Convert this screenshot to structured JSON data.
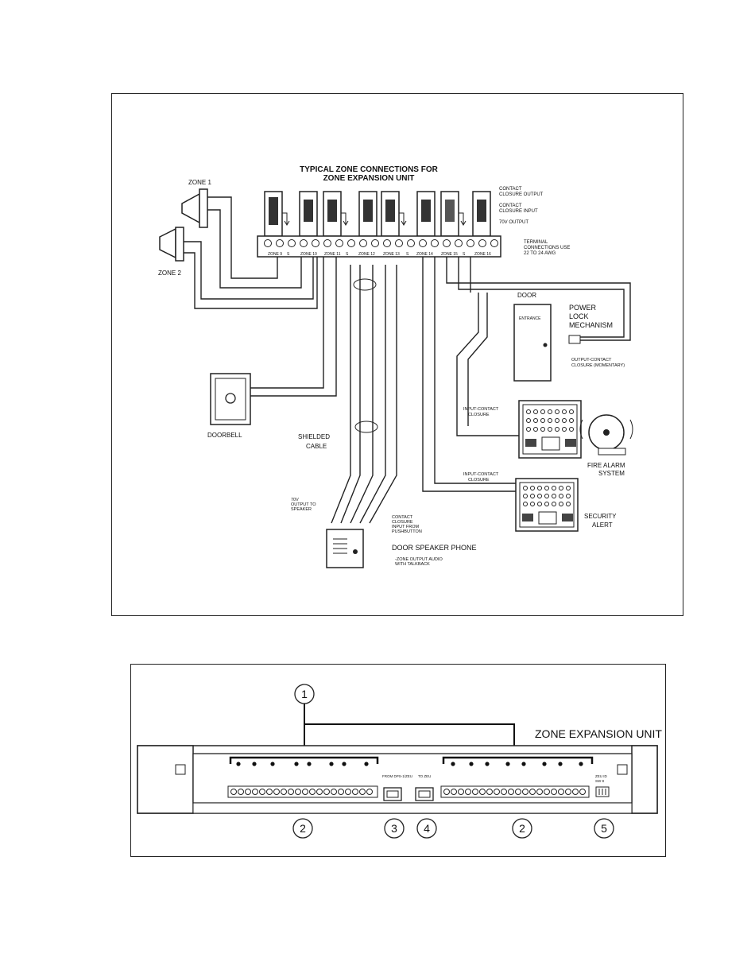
{
  "figure1": {
    "title_line1": "TYPICAL ZONE CONNECTIONS FOR",
    "title_line2": "ZONE EXPANSION UNIT",
    "right_labels": {
      "contact_closure_output": [
        "CONTACT",
        "CLOSURE OUTPUT"
      ],
      "contact_closure_input": [
        "CONTACT",
        "CLOSURE INPUT"
      ],
      "output_70v": "70V OUTPUT",
      "terminal_connections": [
        "TERMINAL",
        "CONNECTIONS USE",
        "22 TO 24 AWG"
      ]
    },
    "zone_labels": [
      "ZONE 1",
      "ZONE 2"
    ],
    "terminal_zone_labels": [
      "ZONE 9",
      "S",
      "ZONE 10",
      "ZONE 11",
      "S",
      "ZONE 12",
      "ZONE 13",
      "S",
      "ZONE 14",
      "ZONE 15",
      "S",
      "ZONE 16"
    ],
    "door": {
      "title": "DOOR",
      "sign": "ENTRANCE",
      "lock": [
        "POWER",
        "LOCK",
        "MECHANISM"
      ],
      "output_note": [
        "OUTPUT-CONTACT",
        "CLOSURE (MOMENTARY)"
      ]
    },
    "fire": {
      "input_note": [
        "INPUT-CONTACT",
        "CLOSURE"
      ],
      "label": [
        "FIRE ALARM",
        "SYSTEM"
      ]
    },
    "security": {
      "input_note": [
        "INPUT-CONTACT",
        "CLOSURE"
      ],
      "label": [
        "SECURITY",
        "ALERT"
      ]
    },
    "doorbell": "DOORBELL",
    "shielded_cable": [
      "SHIELDED",
      "CABLE"
    ],
    "output_to_speaker": [
      "70V",
      "OUTPUT TO",
      "SPEAKER"
    ],
    "pushbutton": [
      "CONTACT",
      "CLOSURE",
      "INPUT FROM",
      "PUSHBUTTON"
    ],
    "door_speaker_phone": "DOOR SPEAKER PHONE",
    "talkback": [
      "-ZONE OUTPUT AUDIO",
      "WITH TALKBACK"
    ]
  },
  "figure2": {
    "unit_label": "ZONE EXPANSION UNIT",
    "callouts": [
      "1",
      "2",
      "3",
      "4",
      "2",
      "5"
    ],
    "connector_labels": [
      "FROM DPS-1/ZEU",
      "TO ZEU"
    ],
    "right_small": [
      "ZEU ID",
      "SW 8"
    ]
  },
  "colors": {
    "ink": "#111111",
    "paper": "#ffffff",
    "frame": "#222222"
  }
}
